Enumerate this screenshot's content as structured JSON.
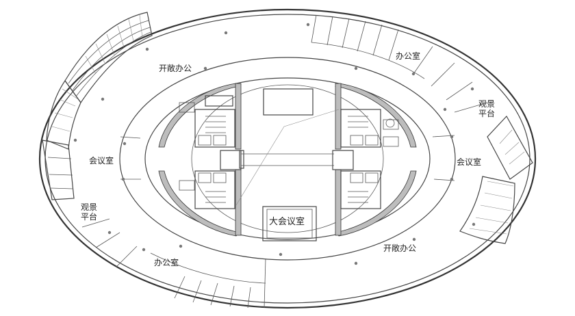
{
  "labels": {
    "open_office_top": "开敞办公",
    "open_office_bottom": "开敞办公",
    "office_top": "办公室",
    "office_bottom": "办公室",
    "meeting_left": "会议室",
    "meeting_right": "会议室",
    "viewing_left_1": "观景",
    "viewing_left_2": "平台",
    "viewing_right_1": "观景",
    "viewing_right_2": "平台",
    "big_meeting": "大会议室"
  }
}
